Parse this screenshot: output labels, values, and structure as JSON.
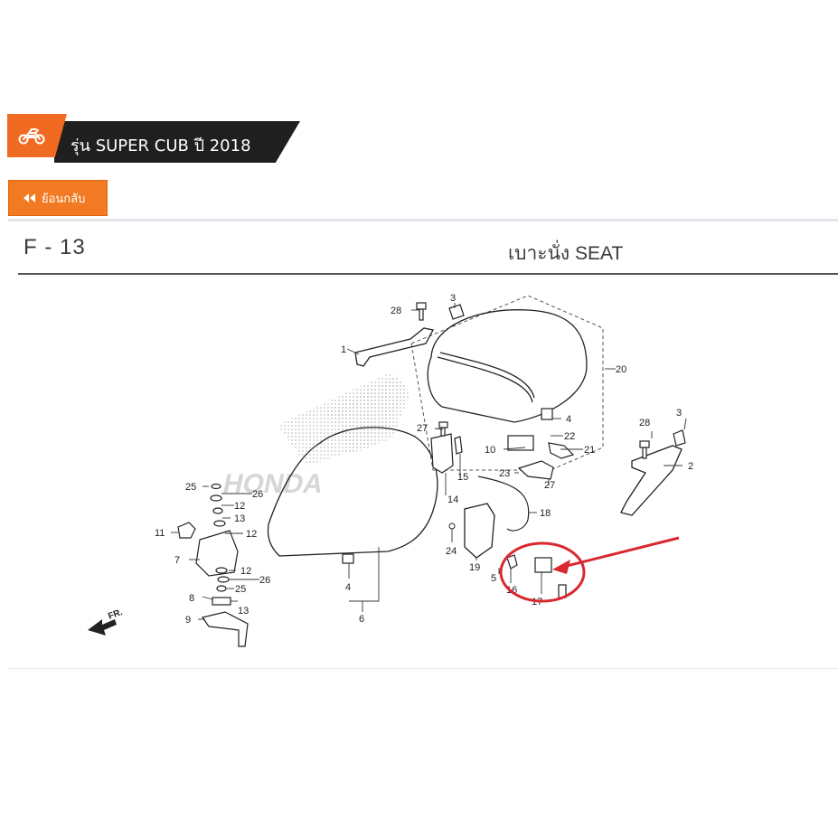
{
  "header": {
    "model_title": "รุ่น SUPER CUB ปี 2018",
    "icon": "motorcycle-icon",
    "badge_color": "#f06a22",
    "bar_color": "#1f1f1f"
  },
  "back_button": {
    "label": "ย้อนกลับ",
    "icon": "double-chevron-left-icon",
    "color": "#f27a22"
  },
  "diagram": {
    "code": "F - 13",
    "title": "เบาะนั่ง  SEAT",
    "brand_watermark": "HONDA",
    "direction_label": "FR.",
    "annotation_color": "#d9282f",
    "callouts": [
      "1",
      "2",
      "3",
      "3",
      "4",
      "4",
      "5",
      "6",
      "7",
      "8",
      "9",
      "10",
      "11",
      "12",
      "12",
      "12",
      "13",
      "13",
      "14",
      "15",
      "16",
      "17",
      "18",
      "19",
      "20",
      "21",
      "22",
      "23",
      "24",
      "25",
      "25",
      "26",
      "26",
      "27",
      "27",
      "28",
      "28"
    ]
  }
}
